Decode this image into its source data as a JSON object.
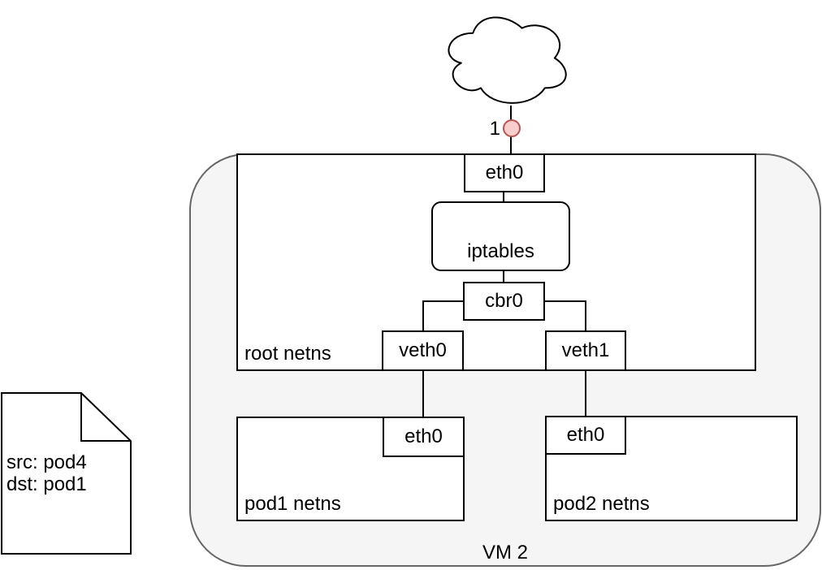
{
  "diagram": {
    "cloud": {
      "name": "internet-cloud"
    },
    "hop_marker": {
      "label": "1"
    },
    "vm": {
      "label": "VM 2"
    },
    "root_netns": {
      "label": "root netns"
    },
    "nodes": {
      "root_eth0": "eth0",
      "iptables": "iptables",
      "cbr0": "cbr0",
      "veth0": "veth0",
      "veth1": "veth1",
      "pod1_eth0": "eth0",
      "pod2_eth0": "eth0"
    },
    "pod1_netns": {
      "label": "pod1 netns"
    },
    "pod2_netns": {
      "label": "pod2 netns"
    },
    "packet_note": {
      "line1": "src: pod4",
      "line2": "dst: pod1"
    },
    "colors": {
      "shape_stroke": "#000000",
      "shape_fill": "#ffffff",
      "vm_fill": "#f5f5f5",
      "vm_stroke": "#666666",
      "marker_fill": "#f8cecc",
      "marker_stroke": "#b85450"
    }
  }
}
